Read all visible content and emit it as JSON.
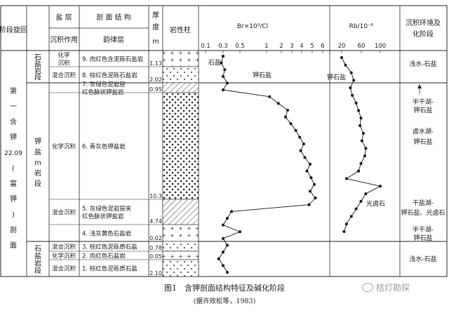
{
  "headers": {
    "stage": "阶段旋回",
    "salt_layer": "盐 层",
    "sed_role": "沉积作用",
    "profile": "剖 面 结 构",
    "rhythm": "韵律层",
    "thick_a": "厚",
    "thick_b": "度",
    "thick_unit": "m",
    "lith": "岩性柱",
    "br": "Br×10³/Cl",
    "rb": "Rb/10⁻⁶",
    "env_a": "沉积环境及",
    "env_b": "化阶段"
  },
  "br_ticks": [
    "0.1",
    "0.3",
    "0.5",
    "1",
    "2",
    "3",
    "4",
    "5",
    "6"
  ],
  "rb_ticks": [
    "20",
    "60",
    "100"
  ],
  "stages": [
    {
      "label": [
        "石",
        "盐",
        "岩",
        "段"
      ]
    },
    {
      "label": [
        "钾",
        "盐",
        "m",
        "岩",
        "段"
      ]
    },
    {
      "label": [
        "石",
        "盐",
        "岩",
        "段"
      ]
    }
  ],
  "cycle_label": [
    "第",
    "一",
    "含",
    "钾",
    "22.09",
    "(",
    "富",
    "钾",
    ")",
    "剖",
    "面"
  ],
  "layers": [
    {
      "role": "化学 沉积",
      "name": "9. 肉红色含泥砾石盐岩",
      "thick": "1.13"
    },
    {
      "role": "混合沉积",
      "name": "8. 棕红色泥砾石盐岩",
      "thick": "2.02"
    },
    {
      "role": "",
      "name": "7. 灰绿色泥岩层 红色脉状钾盐岩",
      "thick": "0.95"
    },
    {
      "role": "化学沉积",
      "name": "6. 青灰色钾盐岩",
      "thick": "10.3"
    },
    {
      "role": "混合沉积",
      "name": "5. 灰绿色泥岩层夹 红色脉状钾盐岩",
      "thick": "4.74"
    },
    {
      "role": "",
      "name": "4. 浅灰黄色石盐岩",
      "thick": "0.02"
    },
    {
      "role": "混合沉积",
      "name": "3. 棕红色泥砾质石盐",
      "thick": "0.78"
    },
    {
      "role": "化学沉积",
      "name": "2. 肉红色石盐岩",
      "thick": "0.05"
    },
    {
      "role": "混合沉积",
      "name": "1. 棕红色泥砾质石盐",
      "thick": "2.10"
    }
  ],
  "annotations": {
    "br_halite": "石盐",
    "br_potash": "钾石盐",
    "rb_potash": "钾石盐",
    "rb_halite": "光卤石"
  },
  "environments": [
    "浅水-石盐",
    "半干湖-钾石盐",
    "卤水湖-钾石盐",
    "干盐湖-钾石盐、光卤石",
    "半干湖-钾石盐",
    "浅水-石盐"
  ],
  "caption": {
    "title": "图1　含钾剖面结构特征及碱化阶段",
    "source": "(据许效松等，1983)"
  },
  "watermark": "桔灯勘探",
  "chart_data": [
    {
      "type": "line",
      "title": "",
      "xlabel": "Br×10³/Cl",
      "ylabel": "",
      "x_ticks": [
        0.1,
        0.3,
        0.5,
        1,
        2,
        3,
        4,
        5,
        6
      ],
      "series": [
        {
          "values": [
            0.3,
            0.28,
            0.32,
            0.3,
            0.35,
            0.3,
            1.2,
            1.8,
            2.6,
            2.4,
            2.9,
            3.4,
            3.8,
            4.2,
            3.9,
            4.3,
            4.8,
            4.5,
            4.9,
            5.2,
            4.8,
            5.3,
            4.7,
            0.4,
            0.35,
            0.3,
            0.5,
            0.3,
            0.35,
            0.3,
            0.25,
            0.3,
            0.35
          ]
        }
      ]
    },
    {
      "type": "line",
      "title": "",
      "xlabel": "Rb/10⁻⁶",
      "ylabel": "",
      "x_ticks": [
        20,
        60,
        100
      ],
      "series": [
        {
          "values": [
            20,
            28,
            40,
            45,
            38,
            42,
            50,
            55,
            60,
            58,
            65,
            62,
            70,
            68,
            60,
            55,
            30,
            100,
            70,
            60,
            50,
            40,
            30,
            25
          ]
        }
      ]
    }
  ]
}
